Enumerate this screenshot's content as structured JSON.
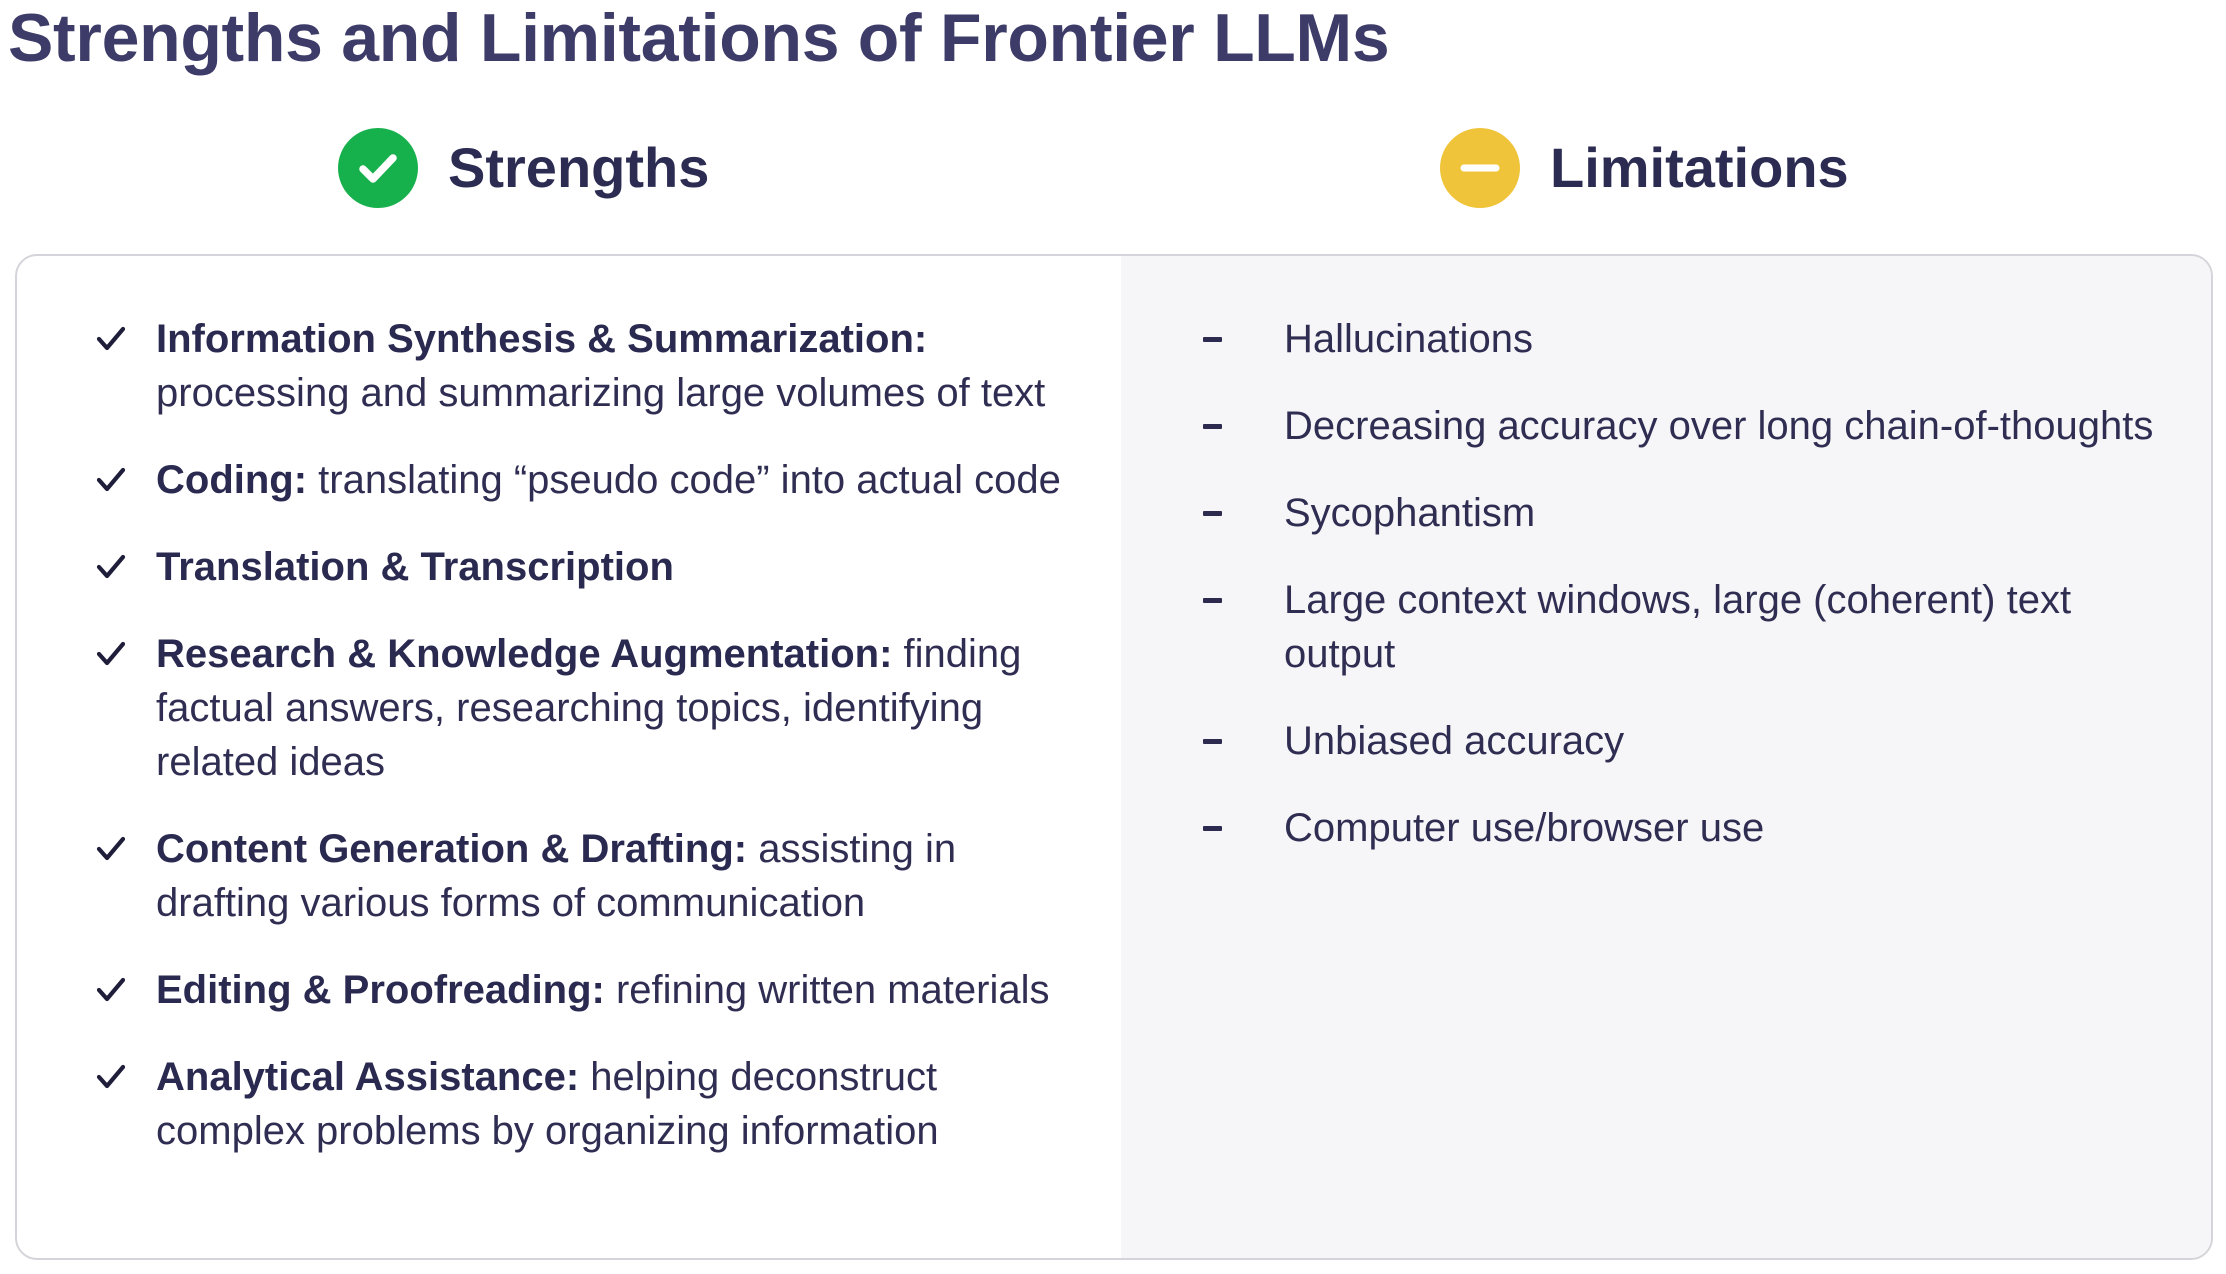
{
  "title": "Strengths and Limitations of Frontier LLMs",
  "colors": {
    "heading": "#3d3b68",
    "text": "#2f2e52",
    "strengths_icon": "#16b14c",
    "limitations_icon": "#f0c43a",
    "right_panel_bg": "#f6f6f8",
    "panel_border": "#d4d4da"
  },
  "strengths": {
    "label": "Strengths",
    "icon": "check-circle-icon",
    "bullet_icon": "checkmark-icon",
    "items": [
      {
        "title": "Information Synthesis & Summarization:",
        "desc": " processing and summarizing large volumes of text"
      },
      {
        "title": "Coding:",
        "desc": " translating “pseudo code” into actual code"
      },
      {
        "title": "Translation & Transcription",
        "desc": ""
      },
      {
        "title": "Research & Knowledge Augmentation:",
        "desc": " finding factual answers, researching topics, identifying related ideas"
      },
      {
        "title": "Content Generation & Drafting:",
        "desc": " assisting in drafting various forms of communication"
      },
      {
        "title": "Editing & Proofreading:",
        "desc": " refining written materials"
      },
      {
        "title": "Analytical Assistance:",
        "desc": " helping deconstruct complex problems by organizing information"
      }
    ]
  },
  "limitations": {
    "label": "Limitations",
    "icon": "minus-circle-icon",
    "bullet_icon": "dash-icon",
    "items": [
      "Hallucinations",
      "Decreasing accuracy over long chain-of-thoughts",
      "Sycophantism",
      "Large context windows, large (coherent) text output",
      "Unbiased accuracy",
      "Computer use/browser use"
    ]
  }
}
